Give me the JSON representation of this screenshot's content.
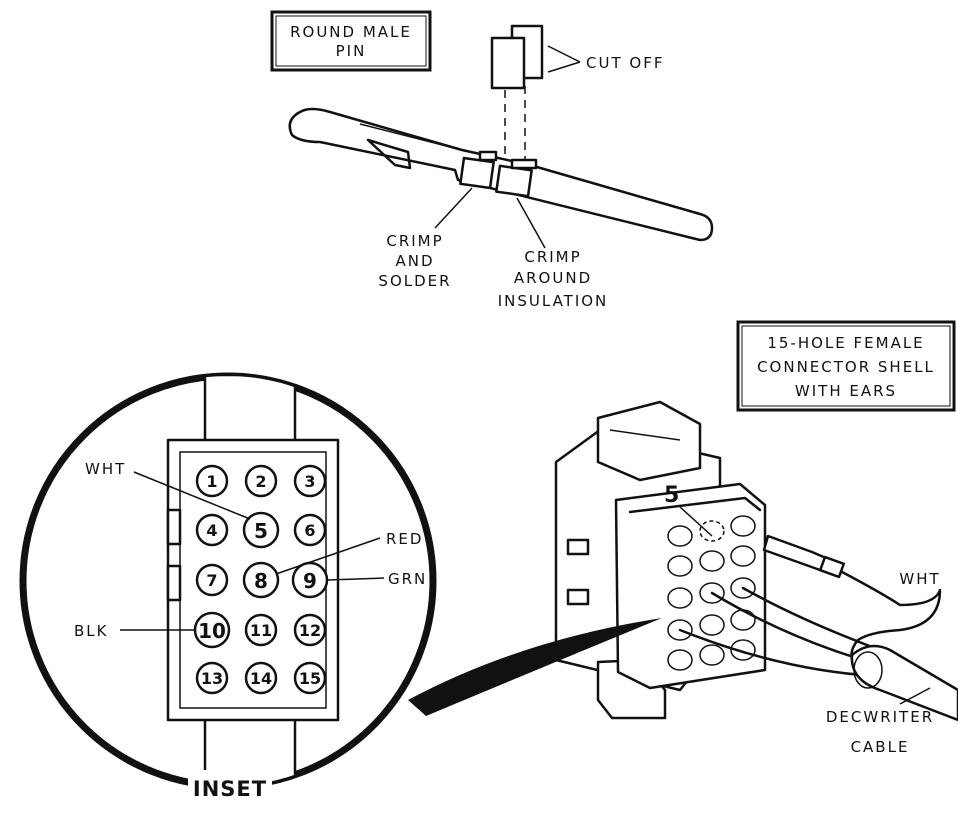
{
  "pin_diagram": {
    "title_line1": "ROUND MALE",
    "title_line2": "PIN",
    "cut_off": "CUT OFF",
    "crimp_solder_line1": "CRIMP",
    "crimp_solder_line2": "AND",
    "crimp_solder_line3": "SOLDER",
    "crimp_insul_line1": "CRIMP",
    "crimp_insul_line2": "AROUND",
    "crimp_insul_line3": "INSULATION"
  },
  "connector": {
    "title_line1": "15-HOLE FEMALE",
    "title_line2": "CONNECTOR SHELL",
    "title_line3": "WITH EARS",
    "hole_label": "5",
    "wht_label": "WHT",
    "cable_line1": "DECWRITER",
    "cable_line2": "CABLE"
  },
  "inset": {
    "title": "INSET",
    "pins": [
      "1",
      "2",
      "3",
      "4",
      "5",
      "6",
      "7",
      "8",
      "9",
      "10",
      "11",
      "12",
      "13",
      "14",
      "15"
    ],
    "wire_labels": {
      "wht": "WHT",
      "red": "RED",
      "grn": "GRN",
      "blk": "BLK"
    }
  }
}
